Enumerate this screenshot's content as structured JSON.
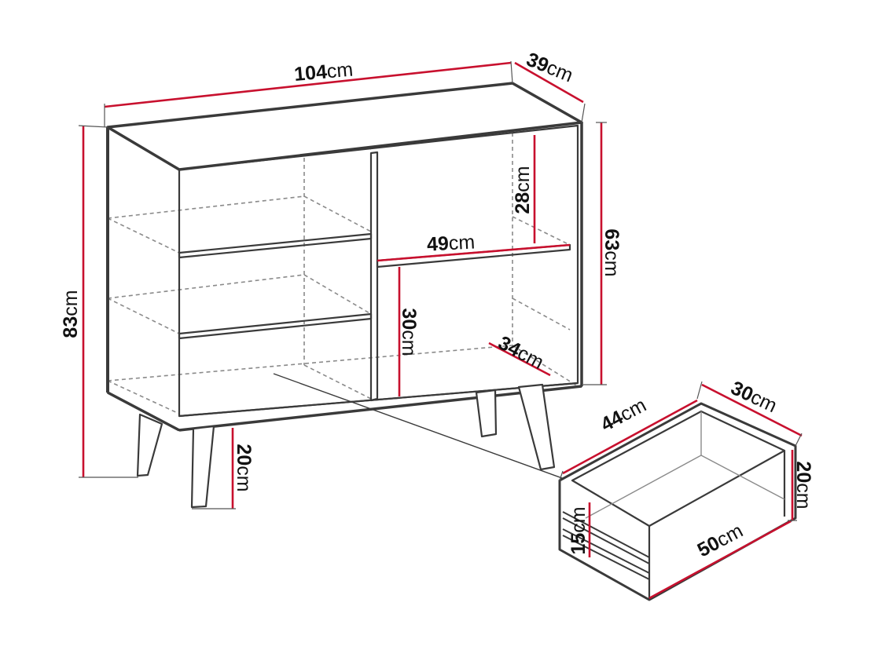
{
  "colors": {
    "outline": "#3a3a3a",
    "hidden_line": "#8a8a8a",
    "dimension": "#c8102e",
    "dimension_text": "#111111"
  },
  "dimensions": {
    "cabinet_width": {
      "value": "104",
      "unit": "cm"
    },
    "cabinet_depth": {
      "value": "39",
      "unit": "cm"
    },
    "cabinet_height": {
      "value": "83",
      "unit": "cm"
    },
    "body_height": {
      "value": "63",
      "unit": "cm"
    },
    "leg_height": {
      "value": "20",
      "unit": "cm"
    },
    "shelf_gap_upper": {
      "value": "28",
      "unit": "cm"
    },
    "shelf_width": {
      "value": "49",
      "unit": "cm"
    },
    "shelf_gap_lower": {
      "value": "30",
      "unit": "cm"
    },
    "shelf_depth": {
      "value": "34",
      "unit": "cm"
    },
    "drawer_width": {
      "value": "44",
      "unit": "cm"
    },
    "drawer_depth": {
      "value": "30",
      "unit": "cm"
    },
    "drawer_height": {
      "value": "20",
      "unit": "cm"
    },
    "drawer_front_height": {
      "value": "15",
      "unit": "cm"
    },
    "drawer_length": {
      "value": "50",
      "unit": "cm"
    }
  }
}
